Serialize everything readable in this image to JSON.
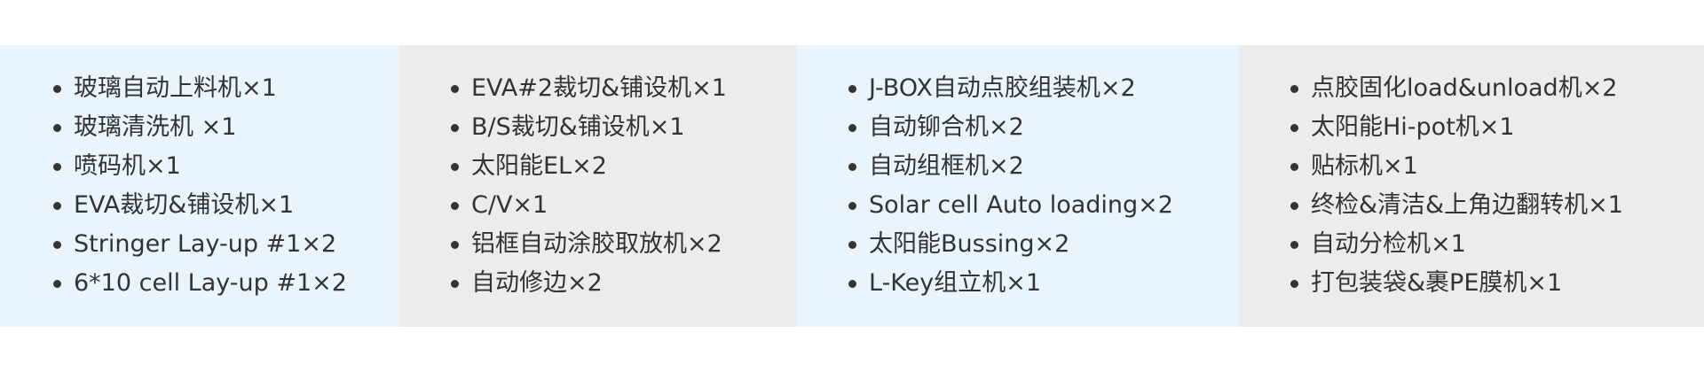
{
  "columns": [
    {
      "items": [
        "玻璃自动上料机×1",
        "玻璃清洗机 ×1",
        "喷码机×1",
        "EVA裁切&铺设机×1",
        "Stringer Lay-up #1×2",
        "6*10 cell Lay-up #1×2"
      ]
    },
    {
      "items": [
        "EVA#2裁切&铺设机×1",
        "B/S裁切&铺设机×1",
        "太阳能EL×2",
        "C/V×1",
        "铝框自动涂胶取放机×2",
        "自动修边×2"
      ]
    },
    {
      "items": [
        "J-BOX自动点胶组装机×2",
        "自动铆合机×2",
        "自动组框机×2",
        "Solar cell Auto loading×2",
        "太阳能Bussing×2",
        "L-Key组立机×1"
      ]
    },
    {
      "items": [
        "点胶固化load&unload机×2",
        "太阳能Hi-pot机×1",
        "贴标机×1",
        "终检&清洁&上角边翻转机×1",
        "自动分检机×1",
        "打包装袋&裹PE膜机×1"
      ]
    }
  ],
  "colors": {
    "blue_panel": "#e9f4fd",
    "gray_panel": "#ececec",
    "text": "#333333"
  }
}
